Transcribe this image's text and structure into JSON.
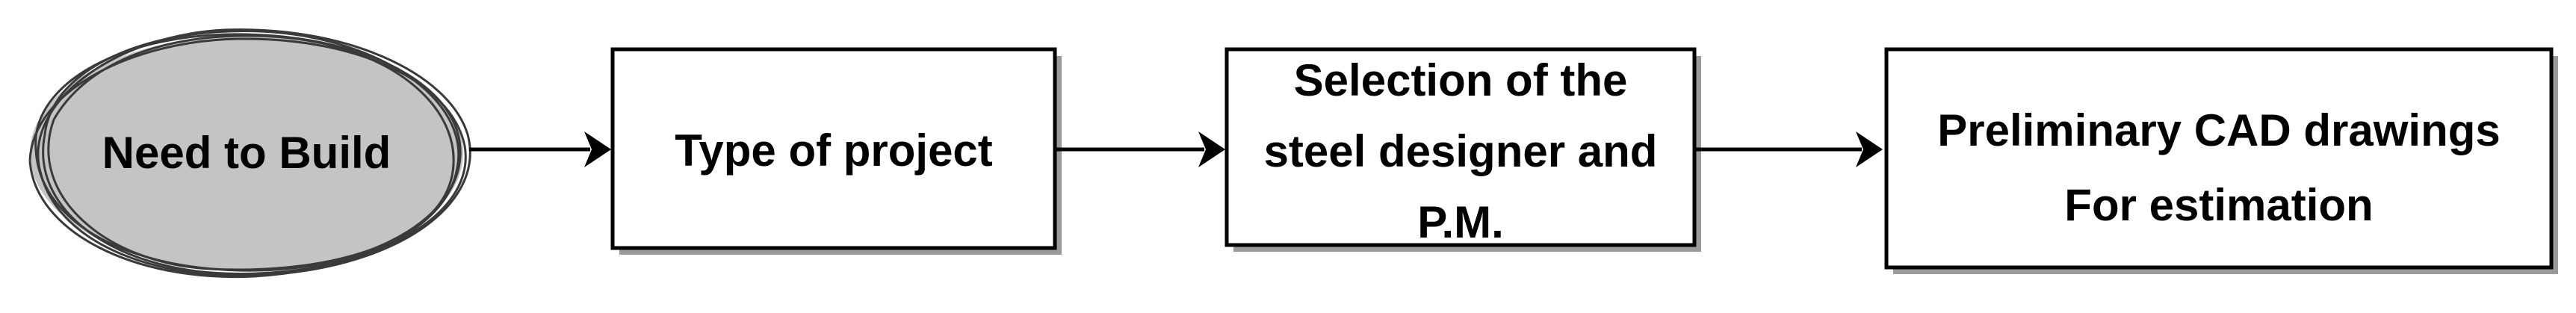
{
  "diagram": {
    "type": "flowchart",
    "nodes": [
      {
        "id": "need",
        "shape": "sketchy-ellipse",
        "lines": [
          "Need to Build"
        ]
      },
      {
        "id": "type",
        "shape": "rect",
        "lines": [
          "Type of project"
        ]
      },
      {
        "id": "selection",
        "shape": "rect",
        "lines": [
          "Selection of the",
          "steel designer and",
          "P.M."
        ]
      },
      {
        "id": "prelim",
        "shape": "rect",
        "lines": [
          "Preliminary CAD drawings",
          "For estimation"
        ]
      }
    ],
    "edges": [
      {
        "from": "need",
        "to": "type"
      },
      {
        "from": "type",
        "to": "selection"
      },
      {
        "from": "selection",
        "to": "prelim"
      }
    ],
    "colors": {
      "ellipse_fill": "#c4c4c4",
      "stroke": "#000000",
      "shadow": "#9a9a9a",
      "text": "#000000"
    }
  }
}
